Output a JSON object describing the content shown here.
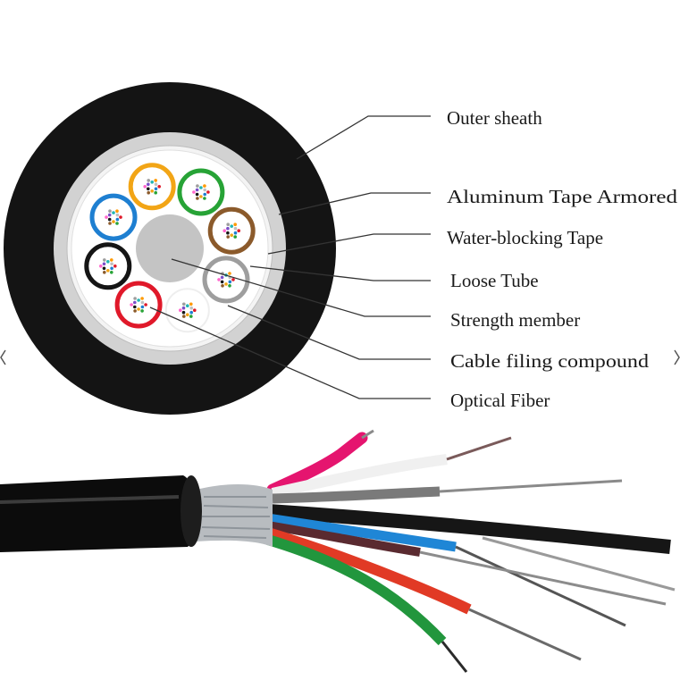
{
  "labels": {
    "outer_sheath": "Outer sheath",
    "aluminum_tape": "Aluminum Tape Armored",
    "water_blocking": "Water-blocking Tape",
    "loose_tube": "Loose Tube",
    "strength_member": "Strength member",
    "filling_compound": "Cable filing compound",
    "optical_fiber": "Optical Fiber"
  },
  "colors": {
    "sheath": "#141414",
    "aluminum": "#d2d2d2",
    "tape": "#ffffff",
    "strength_member": "#c4c4c4",
    "tubes": [
      "#f2a516",
      "#27a336",
      "#8b5a2b",
      "#9e9e9e",
      "#eeeeee",
      "#e0192a",
      "#151515",
      "#1e7fd1"
    ]
  },
  "icons": {
    "left_edge": "chevron-left-icon",
    "right_edge": "chevron-right-icon"
  }
}
